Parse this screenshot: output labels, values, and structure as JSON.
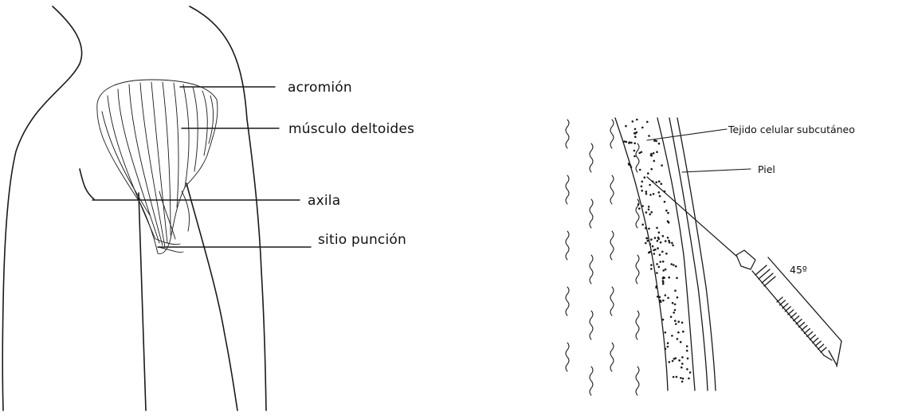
{
  "arm_diagram": {
    "labels": {
      "acromion": "acromión",
      "deltoid": "músculo deltoides",
      "axilla": "axila",
      "puncture_site": "sitio punción"
    }
  },
  "injection_diagram": {
    "labels": {
      "subcutaneous": "Tejido celular subcutáneo",
      "skin": "Piel",
      "angle": "45º"
    }
  },
  "colors": {
    "ink": "#1a1a1a",
    "background": "#ffffff"
  }
}
